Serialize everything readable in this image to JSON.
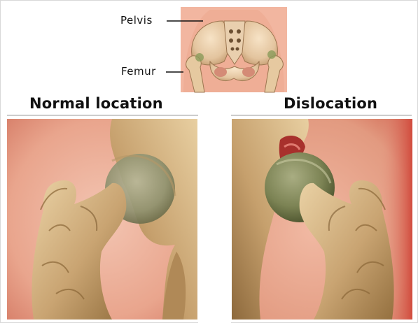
{
  "labels": {
    "pelvis": "Pelvis",
    "femur": "Femur",
    "normal": "Normal location",
    "dislocation": "Dislocation"
  },
  "colors": {
    "skin": "#e7a089",
    "skin_dark": "#c96b57",
    "bone": "#c8a577",
    "bone_shadow": "#8e6a42",
    "femoral_head": "#7f875a",
    "blood": "#a8302c"
  }
}
